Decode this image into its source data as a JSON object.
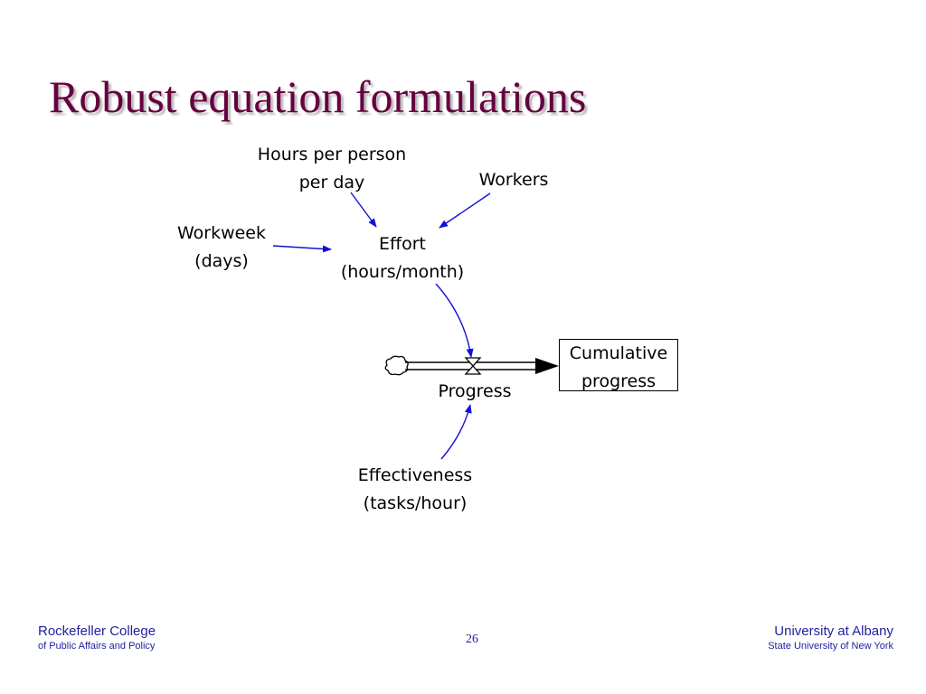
{
  "slide": {
    "title": "Robust equation formulations",
    "page_number": "26"
  },
  "diagram": {
    "hours_per_person": {
      "line1": "Hours per person",
      "line2": "per day"
    },
    "workers": {
      "line1": "Workers"
    },
    "workweek": {
      "line1": "Workweek",
      "line2": "(days)"
    },
    "effort": {
      "line1": "Effort",
      "line2": "(hours/month)"
    },
    "progress": {
      "line1": "Progress"
    },
    "cumulative_progress": {
      "line1": "Cumulative",
      "line2": "progress"
    },
    "effectiveness": {
      "line1": "Effectiveness",
      "line2": "(tasks/hour)"
    },
    "colors": {
      "arrow": "#1010d8",
      "stock": "#000000"
    }
  },
  "footer": {
    "left": {
      "line1": "Rockefeller College",
      "line2": "of Public Affairs and Policy"
    },
    "right": {
      "line1": "University at Albany",
      "line2": "State University of New York"
    }
  }
}
